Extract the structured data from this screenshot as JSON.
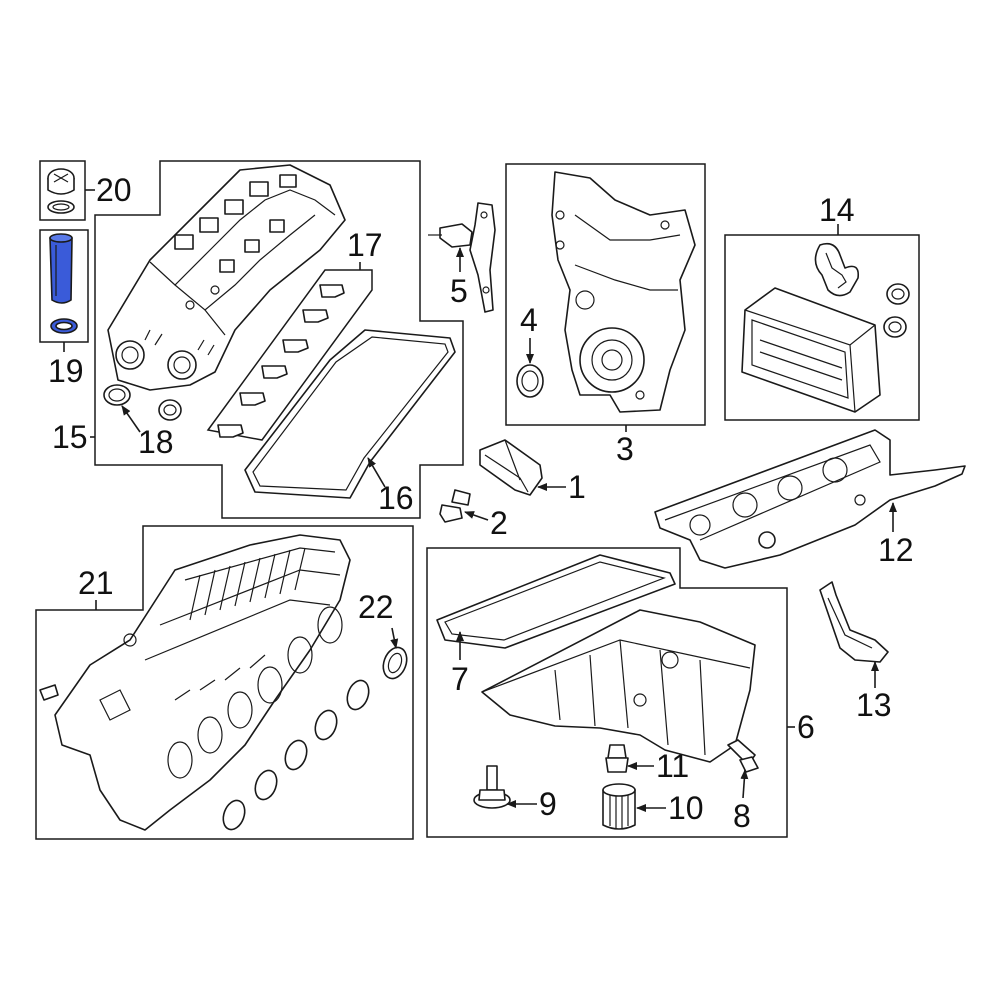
{
  "callouts": {
    "c1": "1",
    "c2": "2",
    "c3": "3",
    "c4": "4",
    "c5": "5",
    "c6": "6",
    "c7": "7",
    "c8": "8",
    "c9": "9",
    "c10": "10",
    "c11": "11",
    "c12": "12",
    "c13": "13",
    "c14": "14",
    "c15": "15",
    "c16": "16",
    "c17": "17",
    "c18": "18",
    "c19": "19",
    "c20": "20",
    "c21": "21",
    "c22": "22"
  },
  "colors": {
    "highlight_part": "#3a5bd9",
    "line": "#1a1a1a",
    "background": "#ffffff"
  },
  "highlighted_callout": "19"
}
